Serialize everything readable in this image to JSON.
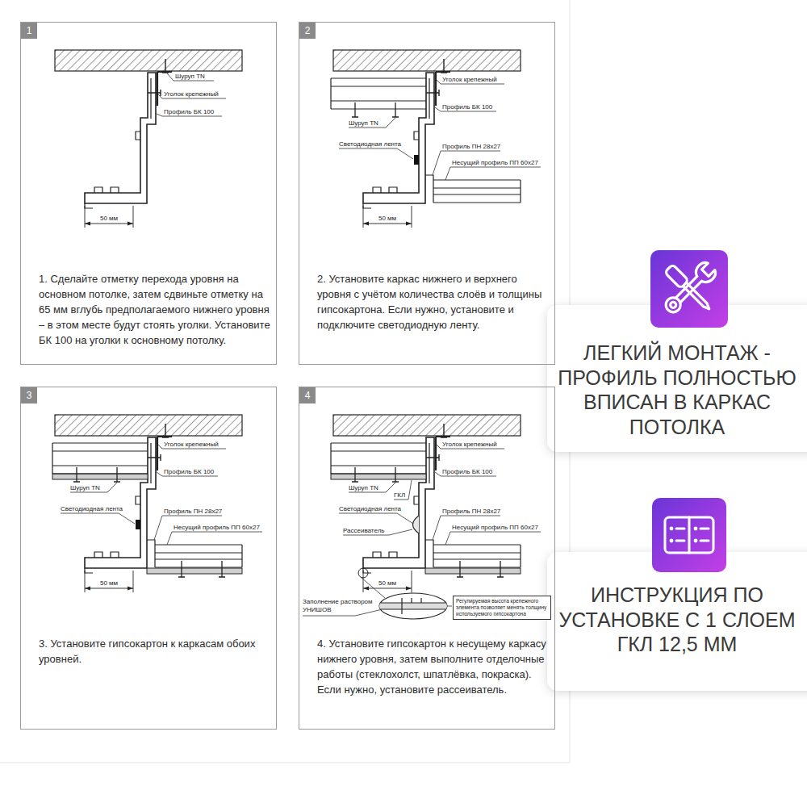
{
  "diagram": {
    "nodes": [
      {
        "text": [
          "1",
          "1. Сделайте отметку перехода уровня на основном потолке, затем сдвиньте отметку на 65 мм вглубь предполагаемого нижнего уровня – в этом месте будут стоять уголки. Установите БК 100 на уголки к основному потолку."
        ]
      },
      {
        "text": [
          "2",
          "2. Установите каркас нижнего и верхнего уровня с учётом количества слоёв и толщины гипсокартона. Если нужно, установите и подключите светодиодную ленту."
        ]
      },
      {
        "text": [
          "3",
          "3. Установите гипсокартон к каркасам обоих уровней."
        ]
      },
      {
        "text": [
          "4",
          "4. Установите гипсокартон к несущему каркасу нижнего уровня, затем выполните отделочные работы (стеклохолст, шпатлёвка, покраска). Если нужно, установите рассеиватель."
        ]
      },
      {
        "text": [
          "Регулируемая высота крепежного элемента позволяет менять толщину используемого гипсокартона"
        ],
        "in": 3
      },
      {
        "text": [
          "ЛЕГКИЙ МОНТАЖ - ПРОФИЛЬ ПОЛНОСТЬЮ ВПИСАН В КАРКАС ПОТОЛКА"
        ]
      },
      {
        "text": [
          "ИНСТРУКЦИЯ ПО УСТАНОВКЕ С 1 СЛОЕМ ГКЛ 12,5 ММ"
        ]
      }
    ],
    "labels": [
      "Шуруп TN",
      "Уголок крепежный",
      "Профиль БК 100",
      "50 мм",
      "Уголок крепежный",
      "Шуруп TN",
      "Профиль БК 100",
      "Светодиодная лента",
      "Профиль ПН 28х27",
      "Несущий профиль ПП 60х27",
      "50 мм",
      "Уголок крепежный",
      "Шуруп TN",
      "Профиль БК 100",
      "Светодиодная лента",
      "Профиль ПН 28х27",
      "Несущий профиль ПП 60х27",
      "50 мм",
      "Уголок крепежный",
      "Шуруп TN",
      "ГКЛ",
      "Профиль БК 100",
      "Светодиодная лента",
      "Профиль ПН 28х27",
      "Рассеиватель",
      "Несущий профиль ПП 60х27",
      "50 мм",
      "Заполнение раствором УНИШОВ"
    ]
  }
}
